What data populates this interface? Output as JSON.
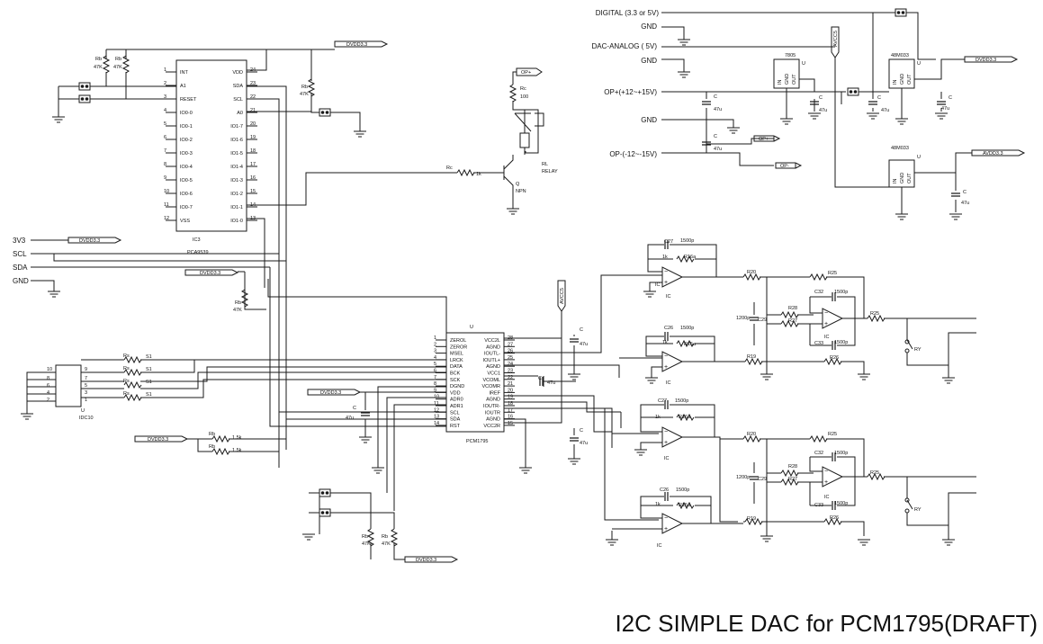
{
  "title": "I2C SIMPLE DAC for PCM1795(DRAFT)",
  "power": {
    "digital": "DIGITAL (3.3 or 5V)",
    "gnd": "GND",
    "dac_analog": "DAC-ANALOG ( 5V)",
    "op_pos": "OP+(+12~+15V)",
    "op_neg": "OP-(-12~-15V)",
    "avcc5": "AVCC5",
    "reg_7805": "7805",
    "reg_48m033": "48M033",
    "reg_pins": [
      "IN",
      "GND",
      "OUT"
    ],
    "u": "U",
    "op_plus_tag": "OP+",
    "op_minus_tag": "OP-",
    "dvdd": "DVDD3.3",
    "avdd": "AVDD3.3",
    "c": "C",
    "c47u": "47u"
  },
  "ic3": {
    "ref": "IC3",
    "part": "PCA9539",
    "left": [
      {
        "n": "1",
        "name": "INT"
      },
      {
        "n": "2",
        "name": "A1"
      },
      {
        "n": "3",
        "name": "RESET"
      },
      {
        "n": "4",
        "name": "IO0-0"
      },
      {
        "n": "5",
        "name": "IO0-1"
      },
      {
        "n": "6",
        "name": "IO0-2"
      },
      {
        "n": "7",
        "name": "IO0-3"
      },
      {
        "n": "8",
        "name": "IO0-4"
      },
      {
        "n": "9",
        "name": "IO0-5"
      },
      {
        "n": "10",
        "name": "IO0-6"
      },
      {
        "n": "11",
        "name": "IO0-7"
      },
      {
        "n": "12",
        "name": "VSS"
      }
    ],
    "right": [
      {
        "n": "24",
        "name": "VDD"
      },
      {
        "n": "23",
        "name": "SDA"
      },
      {
        "n": "22",
        "name": "SCL"
      },
      {
        "n": "21",
        "name": "A0"
      },
      {
        "n": "20",
        "name": "IO1-7"
      },
      {
        "n": "19",
        "name": "IO1-6"
      },
      {
        "n": "18",
        "name": "IO1-5"
      },
      {
        "n": "17",
        "name": "IO1-4"
      },
      {
        "n": "16",
        "name": "IO1-3"
      },
      {
        "n": "15",
        "name": "IO1-2"
      },
      {
        "n": "14",
        "name": "IO1-1"
      },
      {
        "n": "13",
        "name": "IO1-0"
      }
    ],
    "rb": "Rb",
    "r47k": "47K",
    "dvdd": "DVDD3.3"
  },
  "relay": {
    "op_plus": "OP+",
    "rc": "Rc",
    "r100": "100",
    "rl": "RL",
    "relay": "RELAY",
    "rc2": "Rc",
    "r1k": "1k",
    "q": "Q",
    "npn": "NPN"
  },
  "bus": {
    "v3": "3V3",
    "scl": "SCL",
    "sda": "SDA",
    "gnd": "GND",
    "dvdd": "DVDD3.3"
  },
  "pcm": {
    "u": "U",
    "part": "PCM1795",
    "left": [
      {
        "n": "1",
        "name": "ZEROL"
      },
      {
        "n": "2",
        "name": "ZEROR"
      },
      {
        "n": "3",
        "name": "MSEL"
      },
      {
        "n": "4",
        "name": "LRCK"
      },
      {
        "n": "5",
        "name": "DATA"
      },
      {
        "n": "6",
        "name": "BCK"
      },
      {
        "n": "7",
        "name": "SCK"
      },
      {
        "n": "8",
        "name": "DGND"
      },
      {
        "n": "9",
        "name": "VDD"
      },
      {
        "n": "10",
        "name": "ADR0"
      },
      {
        "n": "11",
        "name": "ADR1"
      },
      {
        "n": "12",
        "name": "SCL"
      },
      {
        "n": "13",
        "name": "SDA"
      },
      {
        "n": "14",
        "name": "RST"
      }
    ],
    "right": [
      {
        "n": "28",
        "name": "VCC2L"
      },
      {
        "n": "27",
        "name": "AGND"
      },
      {
        "n": "26",
        "name": "IOUTL-"
      },
      {
        "n": "25",
        "name": "IOUTL+"
      },
      {
        "n": "24",
        "name": "AGND"
      },
      {
        "n": "23",
        "name": "VCC1"
      },
      {
        "n": "22",
        "name": "VCOML"
      },
      {
        "n": "21",
        "name": "VCOMR"
      },
      {
        "n": "20",
        "name": "IREF"
      },
      {
        "n": "19",
        "name": "AGND"
      },
      {
        "n": "18",
        "name": "IOUTR-"
      },
      {
        "n": "17",
        "name": "IOUTR"
      },
      {
        "n": "16",
        "name": "AGND"
      },
      {
        "n": "15",
        "name": "VCC2R"
      }
    ],
    "avcc5": "AVCC5",
    "c": "C",
    "c47u": "47u",
    "dvdd": "DVDD3.3",
    "rb": "Rb",
    "r47k": "47K"
  },
  "idc": {
    "u": "U",
    "part": "IDC10",
    "pins": [
      "10",
      "9",
      "8",
      "7",
      "6",
      "5",
      "4",
      "3",
      "2",
      "1"
    ],
    "rs": "Rs",
    "s1": "S1",
    "rb": "Rb",
    "r15k": "1.5k",
    "dvdd": "DVDD3.3"
  },
  "analog": {
    "c27": "C27",
    "c26": "C26",
    "c1500p": "1500p",
    "r1k": "1k",
    "r16a": "R16a",
    "r15a": "R15a",
    "r20": "R20",
    "r19": "R19",
    "r25": "R25",
    "r26": "R26",
    "r28": "R28",
    "r27": "R27",
    "c32": "C32",
    "c33": "C33",
    "c29": "C29",
    "c1200p": "1200p",
    "ic": "IC",
    "ry": "RY"
  }
}
